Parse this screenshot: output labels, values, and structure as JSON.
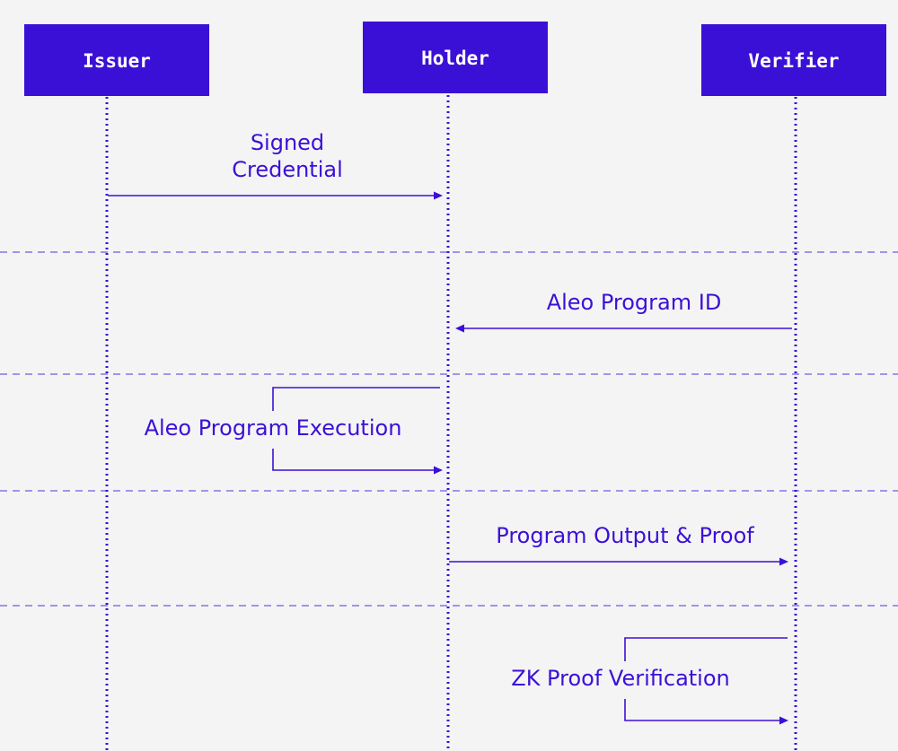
{
  "actors": {
    "issuer": "Issuer",
    "holder": "Holder",
    "verifier": "Verifier"
  },
  "messages": {
    "signed_credential": {
      "line1": "Signed",
      "line2": "Credential"
    },
    "aleo_program_id": "Aleo Program ID",
    "aleo_program_execution": "Aleo Program Execution",
    "program_output_proof": "Program Output & Proof",
    "zk_proof_verification": "ZK Proof Verification"
  },
  "colors": {
    "accent": "#3b10d6",
    "background": "#f4f4f4",
    "separator": "#6a5ee0"
  }
}
